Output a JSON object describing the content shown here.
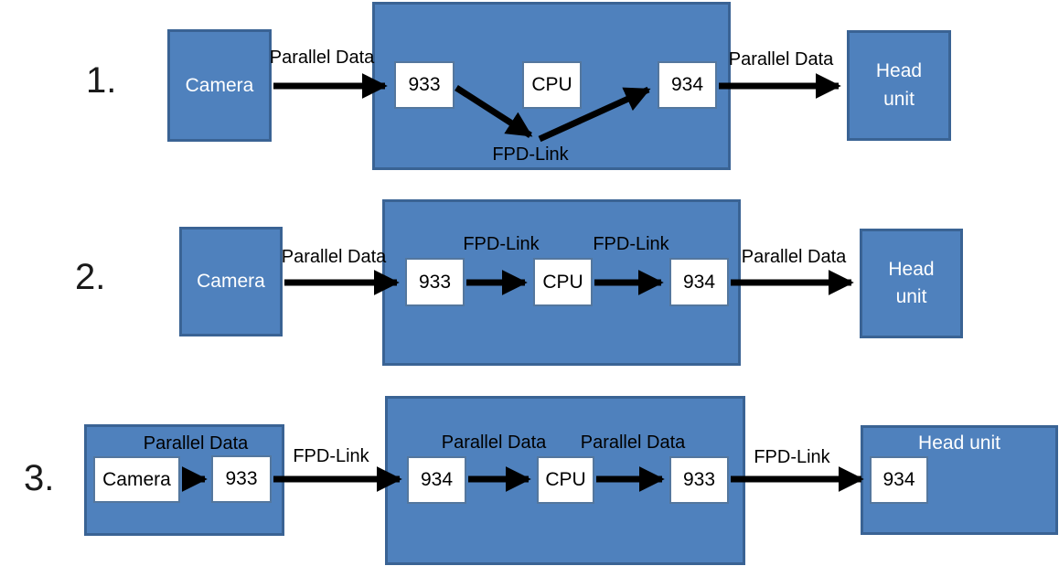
{
  "colors": {
    "node_fill": "#4f81bd",
    "node_border": "#3a6394",
    "chip_border": "#54779e",
    "chip_fill": "#ffffff",
    "arrow": "#000000",
    "text": "#000000",
    "text_on_blue": "#ffffff",
    "background": "#ffffff"
  },
  "rows": [
    {
      "number": "1.",
      "camera": {
        "label": "Camera"
      },
      "link_in": {
        "label": "Parallel Data"
      },
      "ecu": {
        "ser": "933",
        "cpu": "CPU",
        "deser": "934",
        "link": "FPD-Link"
      },
      "link_out": {
        "label": "Parallel Data"
      },
      "head": {
        "label": "Head unit"
      }
    },
    {
      "number": "2.",
      "camera": {
        "label": "Camera"
      },
      "link_in": {
        "label": "Parallel Data"
      },
      "ecu": {
        "ser": "933",
        "link_1": "FPD-Link",
        "cpu": "CPU",
        "link_2": "FPD-Link",
        "deser": "934"
      },
      "link_out": {
        "label": "Parallel Data"
      },
      "head": {
        "label": "Head unit"
      }
    },
    {
      "number": "3.",
      "camera_module": {
        "link": "Parallel Data",
        "camera": "Camera",
        "ser": "933"
      },
      "link_in": {
        "label": "FPD-Link"
      },
      "ecu": {
        "deser": "934",
        "link_1": "Parallel Data",
        "cpu": "CPU",
        "link_2": "Parallel Data",
        "ser": "933"
      },
      "link_out": {
        "label": "FPD-Link"
      },
      "head": {
        "label": "Head unit",
        "deser": "934"
      }
    }
  ]
}
